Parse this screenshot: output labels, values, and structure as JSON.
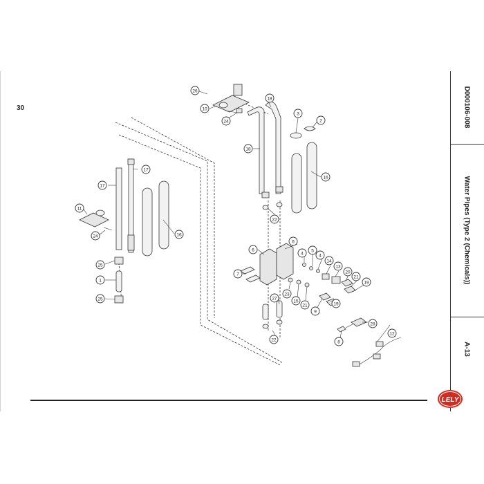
{
  "page": {
    "number": "30"
  },
  "sidebar": {
    "doc_code": "D000106-008",
    "section_title": "Water Pipes (Type 2 (Chemicals))",
    "page_ref": "A-13"
  },
  "logo": {
    "text": "LELY",
    "color": "#d52b1e"
  },
  "callouts": {
    "c1": "1",
    "c2": "2",
    "c3": "3",
    "c4a": "4",
    "c4b": "4",
    "c5": "5",
    "c6a": "6",
    "c6b": "6",
    "c7": "7",
    "c8": "8",
    "c9": "9",
    "c10": "10",
    "c11": "11",
    "c12": "12",
    "c13": "13",
    "c14": "14",
    "c15": "15",
    "c16a": "16",
    "c16b": "16",
    "c17a": "17",
    "c17b": "17",
    "c18a": "18",
    "c18b": "18",
    "c19a": "19",
    "c19b": "19",
    "c20": "20",
    "c21a": "21",
    "c21b": "21",
    "c22a": "22",
    "c22b": "22",
    "c23": "23",
    "c24a": "24",
    "c24b": "24",
    "c25a": "25",
    "c25b": "25",
    "c26": "26",
    "c27": "27",
    "c28": "28"
  }
}
